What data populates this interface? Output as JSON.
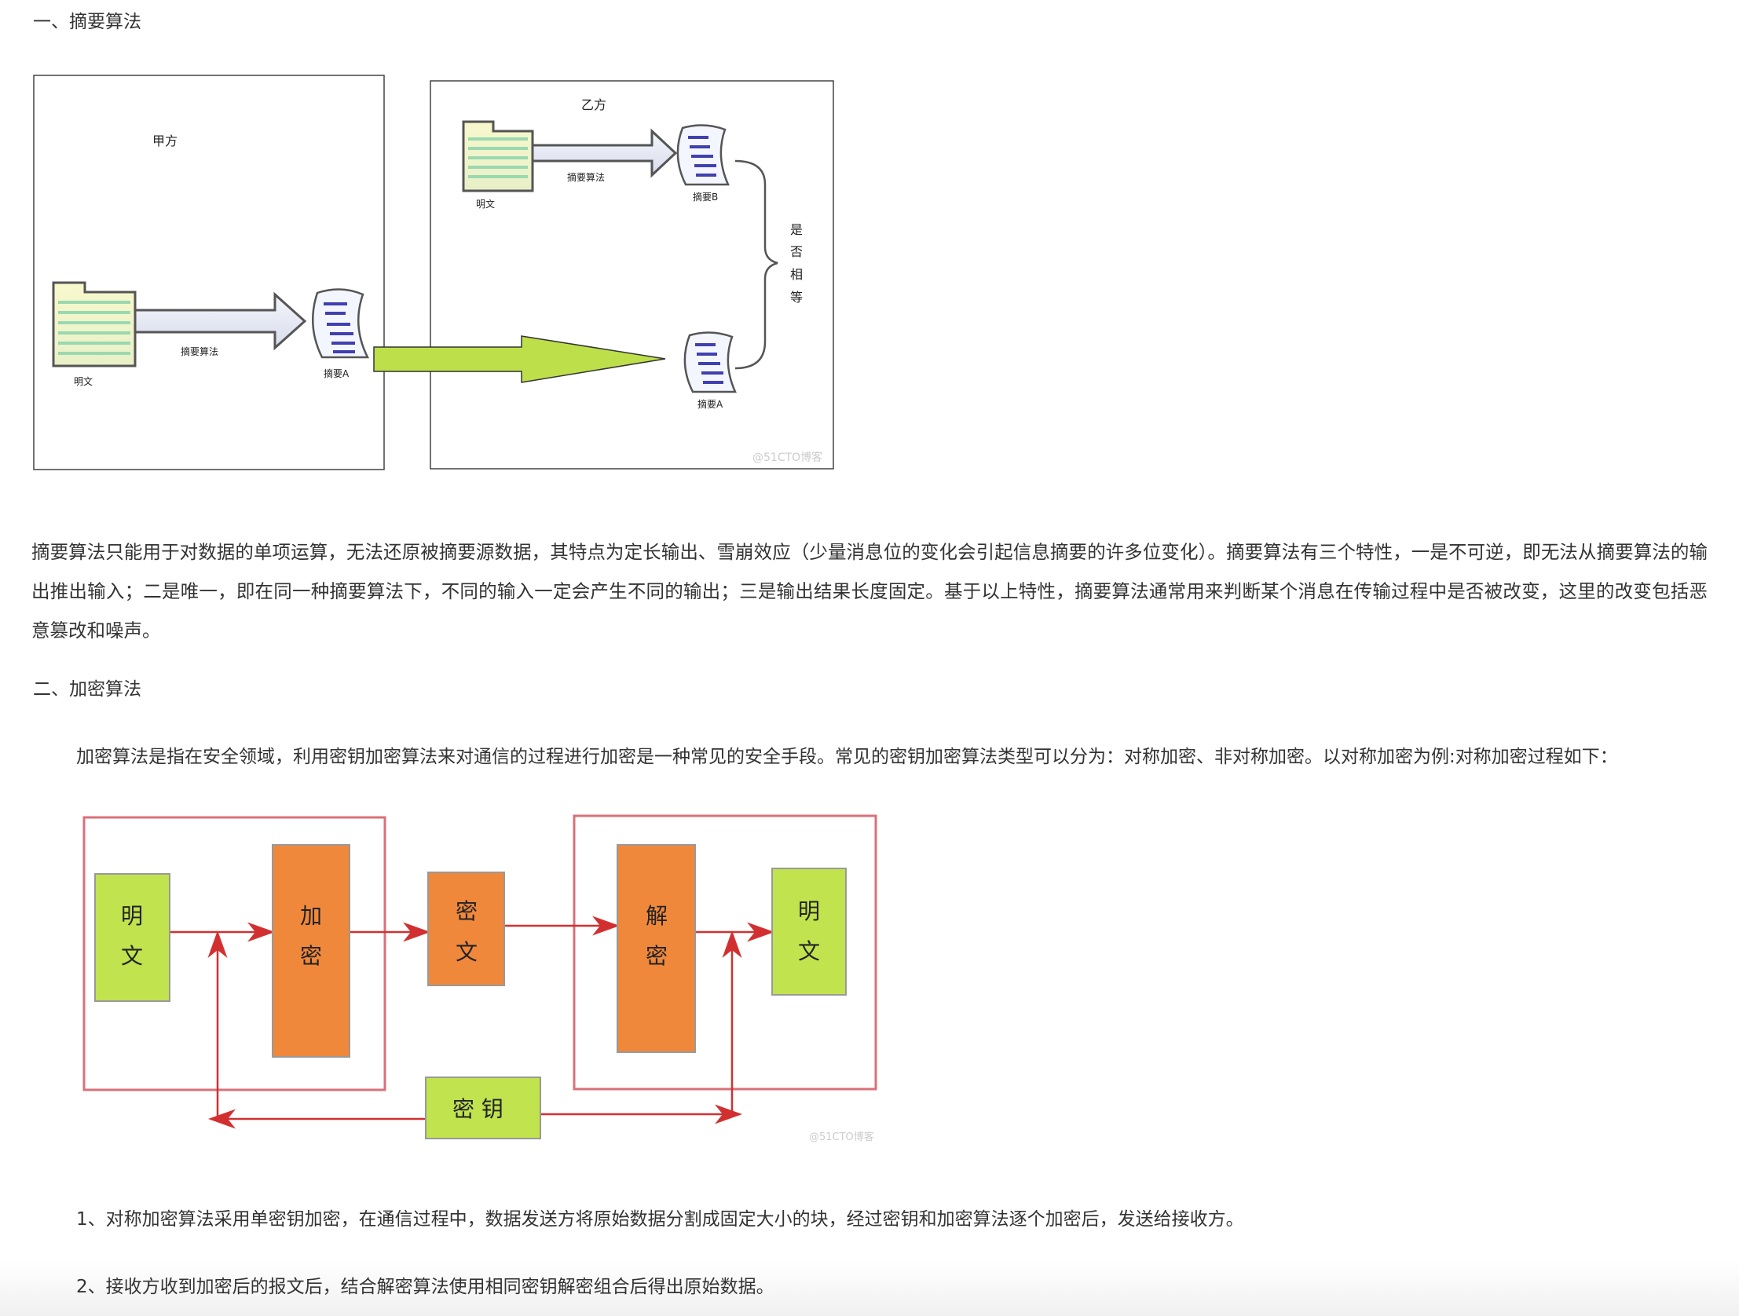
{
  "section1": {
    "heading": "一、摘要算法",
    "diagram": {
      "party_a": "甲方",
      "party_b": "乙方",
      "plaintext": "明文",
      "algorithm": "摘要算法",
      "digest_a": "摘要A",
      "digest_b": "摘要B",
      "compare": [
        "是",
        "否",
        "相",
        "等"
      ],
      "watermark": "@51CTO博客"
    },
    "paragraph": "摘要算法只能用于对数据的单项运算，无法还原被摘要源数据，其特点为定长输出、雪崩效应（少量消息位的变化会引起信息摘要的许多位变化）。摘要算法有三个特性，一是不可逆，即无法从摘要算法的输出推出输入；二是唯一，即在同一种摘要算法下，不同的输入一定会产生不同的输出；三是输出结果长度固定。基于以上特性，摘要算法通常用来判断某个消息在传输过程中是否被改变，这里的改变包括恶意篡改和噪声。"
  },
  "section2": {
    "heading": "二、加密算法",
    "intro": "加密算法是指在安全领域，利用密钥加密算法来对通信的过程进行加密是一种常见的安全手段。常见的密钥加密算法类型可以分为：对称加密、非对称加密。以对称加密为例:对称加密过程如下：",
    "diagram": {
      "plaintext": [
        "明",
        "文"
      ],
      "encrypt": [
        "加",
        "密"
      ],
      "ciphertext": [
        "密",
        "文"
      ],
      "decrypt": [
        "解",
        "密"
      ],
      "plaintext_out": [
        "明",
        "文"
      ],
      "key": "密 钥",
      "watermark": "@51CTO博客",
      "colors": {
        "green": "#c0e34e",
        "orange": "#f0883c",
        "frame": "#d9707a",
        "arrow": "#d23030"
      }
    },
    "steps": [
      "1、对称加密算法采用单密钥加密，在通信过程中，数据发送方将原始数据分割成固定大小的块，经过密钥和加密算法逐个加密后，发送给接收方。",
      "2、接收方收到加密后的报文后，结合解密算法使用相同密钥解密组合后得出原始数据。"
    ]
  }
}
